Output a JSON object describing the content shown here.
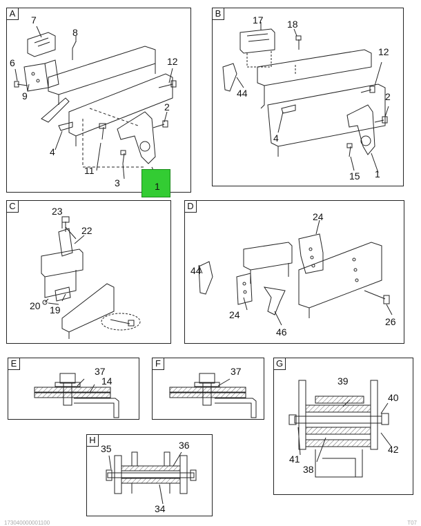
{
  "panels": {
    "A": {
      "tag": "A",
      "callouts": [
        "7",
        "8",
        "6",
        "12",
        "9",
        "2",
        "4",
        "11",
        "3",
        "1"
      ]
    },
    "B": {
      "tag": "B",
      "callouts": [
        "17",
        "18",
        "12",
        "44",
        "2",
        "4",
        "15",
        "1"
      ]
    },
    "C": {
      "tag": "C",
      "callouts": [
        "23",
        "22",
        "20",
        "19"
      ]
    },
    "D": {
      "tag": "D",
      "callouts": [
        "24",
        "44",
        "24",
        "46",
        "26"
      ]
    },
    "E": {
      "tag": "E",
      "callouts": [
        "37",
        "14"
      ]
    },
    "F": {
      "tag": "F",
      "callouts": [
        "37"
      ]
    },
    "G": {
      "tag": "G",
      "callouts": [
        "39",
        "40",
        "41",
        "42",
        "38"
      ]
    },
    "H": {
      "tag": "H",
      "callouts": [
        "35",
        "36",
        "34"
      ]
    }
  },
  "highlight": {
    "label": "1",
    "color": "#33cc33"
  },
  "footer": {
    "left": "173040000001100",
    "right": "T07"
  }
}
